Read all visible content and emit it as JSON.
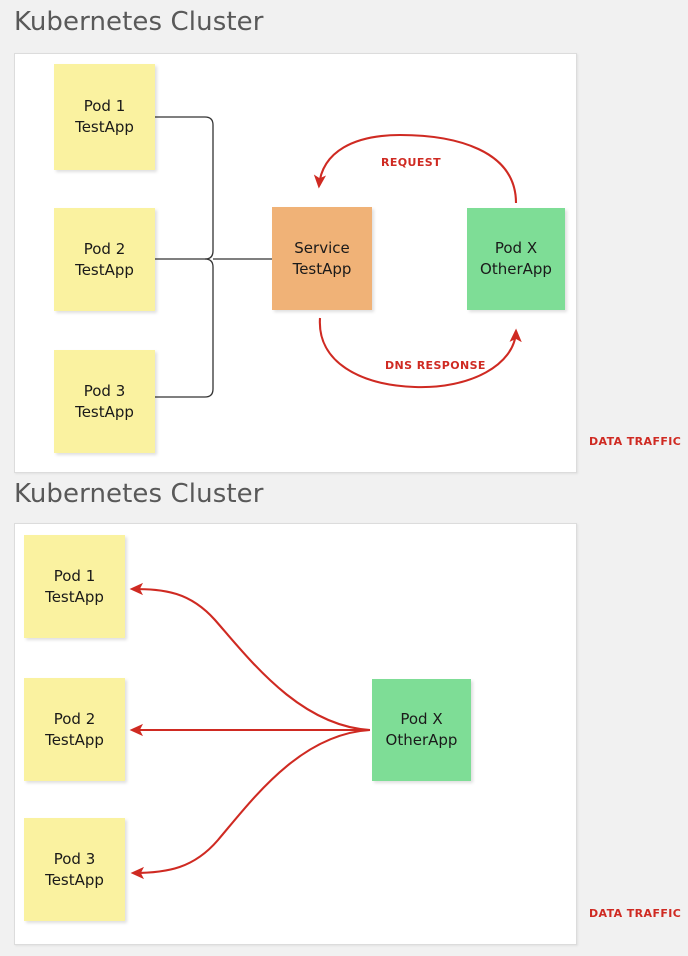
{
  "colors": {
    "page_background": "#f1f1f1",
    "panel_background": "#ffffff",
    "panel_border": "#dcdcdc",
    "pod_fill": "#faf2a0",
    "service_fill": "#f0b277",
    "other_pod_fill": "#7edd96",
    "arrow_red": "#cf2a22",
    "connector_black": "#333333",
    "title_gray": "#595959"
  },
  "diagram": {
    "type": "architecture-diagram",
    "sections": [
      {
        "id": "top",
        "title": "Kubernetes Cluster",
        "legend": "DATA TRAFFIC",
        "nodes": [
          {
            "id": "top-pod1",
            "kind": "pod",
            "line1": "Pod 1",
            "line2": "TestApp"
          },
          {
            "id": "top-pod2",
            "kind": "pod",
            "line1": "Pod 2",
            "line2": "TestApp"
          },
          {
            "id": "top-pod3",
            "kind": "pod",
            "line1": "Pod 3",
            "line2": "TestApp"
          },
          {
            "id": "top-service",
            "kind": "service",
            "line1": "Service",
            "line2": "TestApp"
          },
          {
            "id": "top-podx",
            "kind": "other",
            "line1": "Pod X",
            "line2": "OtherApp"
          }
        ],
        "edges": [
          {
            "id": "pods-bus",
            "from": "top-pod1,top-pod2,top-pod3",
            "to": "top-service",
            "style": "orthogonal",
            "color": "#333333",
            "label": ""
          },
          {
            "id": "request",
            "from": "top-podx",
            "to": "top-service",
            "style": "arc-over",
            "color": "#cf2a22",
            "label": "REQUEST"
          },
          {
            "id": "dns",
            "from": "top-service",
            "to": "top-podx",
            "style": "arc-under",
            "color": "#cf2a22",
            "label": "DNS RESPONSE"
          }
        ]
      },
      {
        "id": "bottom",
        "title": "Kubernetes Cluster",
        "legend": "DATA TRAFFIC",
        "nodes": [
          {
            "id": "bot-pod1",
            "kind": "pod",
            "line1": "Pod 1",
            "line2": "TestApp"
          },
          {
            "id": "bot-pod2",
            "kind": "pod",
            "line1": "Pod 2",
            "line2": "TestApp"
          },
          {
            "id": "bot-pod3",
            "kind": "pod",
            "line1": "Pod 3",
            "line2": "TestApp"
          },
          {
            "id": "bot-podx",
            "kind": "other",
            "line1": "Pod X",
            "line2": "OtherApp"
          }
        ],
        "edges": [
          {
            "id": "podx-to-pod1",
            "from": "bot-podx",
            "to": "bot-pod1",
            "style": "s-curve",
            "color": "#cf2a22",
            "label": ""
          },
          {
            "id": "podx-to-pod2",
            "from": "bot-podx",
            "to": "bot-pod2",
            "style": "straight",
            "color": "#cf2a22",
            "label": ""
          },
          {
            "id": "podx-to-pod3",
            "from": "bot-podx",
            "to": "bot-pod3",
            "style": "s-curve",
            "color": "#cf2a22",
            "label": ""
          }
        ]
      }
    ]
  }
}
